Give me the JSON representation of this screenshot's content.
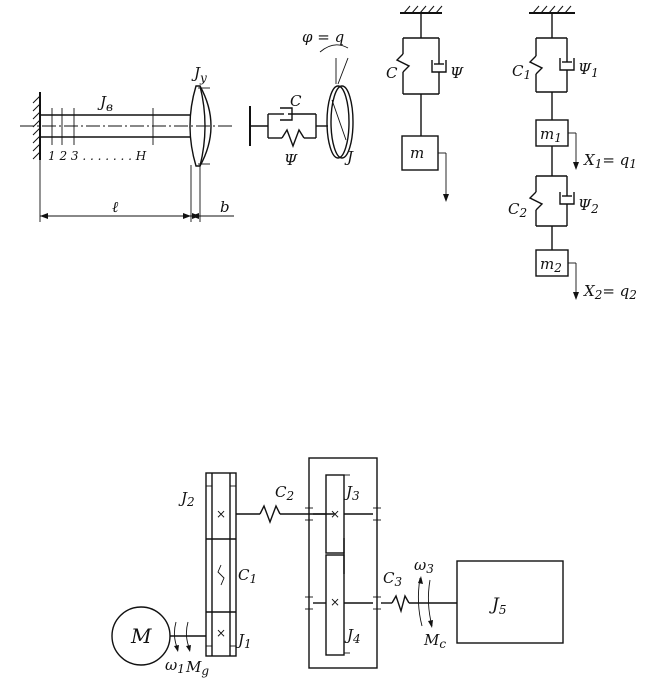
{
  "fig1": {
    "label_jv": "J",
    "label_jv_sub": "в",
    "label_jy": "J",
    "label_jy_sub": "у",
    "label_stations": "1 2 3 . . . . . . . H",
    "label_length": "ℓ",
    "label_width": "b"
  },
  "fig2": {
    "label_phi": "φ = q",
    "label_c": "C",
    "label_psi": "Ψ",
    "label_j": "J"
  },
  "fig3": {
    "label_c": "C",
    "label_psi": "Ψ",
    "label_m": "m"
  },
  "fig4": {
    "label_c1": "C",
    "label_c1_sub": "1",
    "label_psi1": "Ψ",
    "label_psi1_sub": "1",
    "label_m1": "m",
    "label_m1_sub": "1",
    "label_x1": "X",
    "label_x1_sub": "1",
    "label_q1": "= q",
    "label_q1_sub": "1",
    "label_c2": "C",
    "label_c2_sub": "2",
    "label_psi2": "Ψ",
    "label_psi2_sub": "2",
    "label_m2": "m",
    "label_m2_sub": "2",
    "label_x2": "X",
    "label_x2_sub": "2",
    "label_q2": "= q",
    "label_q2_sub": "2"
  },
  "fig5": {
    "label_motor": "M",
    "label_omega1": "ω",
    "label_omega1_sub": "1",
    "label_md": "M",
    "label_md_sub": "g",
    "label_j1": "J",
    "label_j1_sub": "1",
    "label_j2": "J",
    "label_j2_sub": "2",
    "label_c1": "C",
    "label_c1_sub": "1",
    "label_c2": "C",
    "label_c2_sub": "2",
    "label_j3": "J",
    "label_j3_sub": "3",
    "label_j4": "J",
    "label_j4_sub": "4",
    "label_c3": "C",
    "label_c3_sub": "3",
    "label_omega3": "ω",
    "label_omega3_sub": "3",
    "label_mc": "M",
    "label_mc_sub": "c",
    "label_j5": "J",
    "label_j5_sub": "5",
    "mark_x": "×"
  }
}
